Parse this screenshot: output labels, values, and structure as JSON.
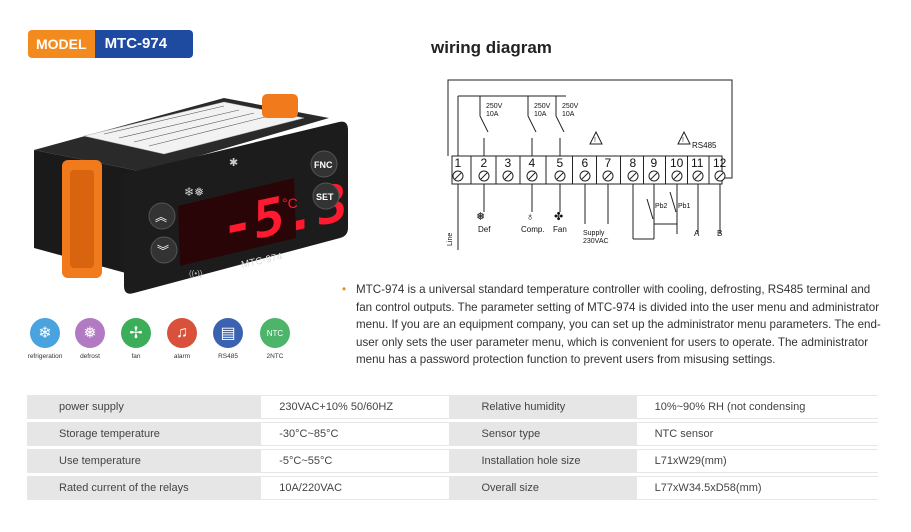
{
  "model_badge": {
    "label": "MODEL",
    "value": "MTC-974"
  },
  "device": {
    "display_value": "-5.3",
    "unit": "°C",
    "model_label": "MTC-974",
    "btn_fnc": "FNC",
    "btn_set": "SET",
    "up_glyph": "︽",
    "down_glyph": "︾",
    "colors": {
      "body": "#1c1c1c",
      "bracket": "#f07a1c",
      "display": "#e0102a"
    }
  },
  "feature_icons": [
    {
      "name": "snowflake-icon",
      "glyph": "❄",
      "label": "refrigeration",
      "color": "#4aa3de"
    },
    {
      "name": "defrost-icon",
      "glyph": "❅",
      "label": "defrost",
      "color": "#b27ac2"
    },
    {
      "name": "fan-icon",
      "glyph": "✢",
      "label": "fan",
      "color": "#3cae5a"
    },
    {
      "name": "alarm-icon",
      "glyph": "♫",
      "label": "alarm",
      "color": "#d9513a"
    },
    {
      "name": "rs485-icon",
      "glyph": "▤",
      "label": "RS485",
      "color": "#3a62b0"
    },
    {
      "name": "ntc-icon",
      "glyph": "NTC",
      "label": "2NTC",
      "color": "#4db56a"
    }
  ],
  "wiring": {
    "title": "wiring diagram",
    "terminals": [
      "1",
      "2",
      "3",
      "4",
      "5",
      "6",
      "7",
      "8",
      "9",
      "10",
      "11",
      "12"
    ],
    "relay_labels": [
      {
        "v": "250V",
        "a": "10A"
      },
      {
        "v": "250V",
        "a": "10A"
      },
      {
        "v": "250V",
        "a": "10A"
      }
    ],
    "rs485": "RS485",
    "line": "Line",
    "def": "Def",
    "comp": "Comp.",
    "fan": "Fan",
    "supply": "Supply",
    "supply_v": "230VAC",
    "pb2": "Pb2",
    "pb1": "Pb1",
    "a": "A",
    "b": "B"
  },
  "description": "MTC-974 is a universal standard temperature controller with cooling, defrosting, RS485 terminal and fan control outputs. The parameter setting of MTC-974  is divided into the user menu and administrator menu. If you are an equipment company, you can set up the administrator menu parameters. The end-user only sets the user parameter menu, which is convenient for users to operate. The administrator menu has a password protection function to prevent users from misusing settings.",
  "specs": [
    {
      "k1": "power supply",
      "v1": "230VAC+10% 50/60HZ",
      "k2": "Relative humidity",
      "v2": "10%~90% RH (not condensing"
    },
    {
      "k1": "Storage temperature",
      "v1": "-30°C~85°C",
      "k2": "Sensor type",
      "v2": "NTC sensor"
    },
    {
      "k1": "Use temperature",
      "v1": "-5°C~55°C",
      "k2": "Installation hole size",
      "v2": "L71xW29(mm)"
    },
    {
      "k1": "Rated current of the relays",
      "v1": "10A/220VAC",
      "k2": "Overall size",
      "v2": "L77xW34.5xD58(mm)"
    }
  ]
}
